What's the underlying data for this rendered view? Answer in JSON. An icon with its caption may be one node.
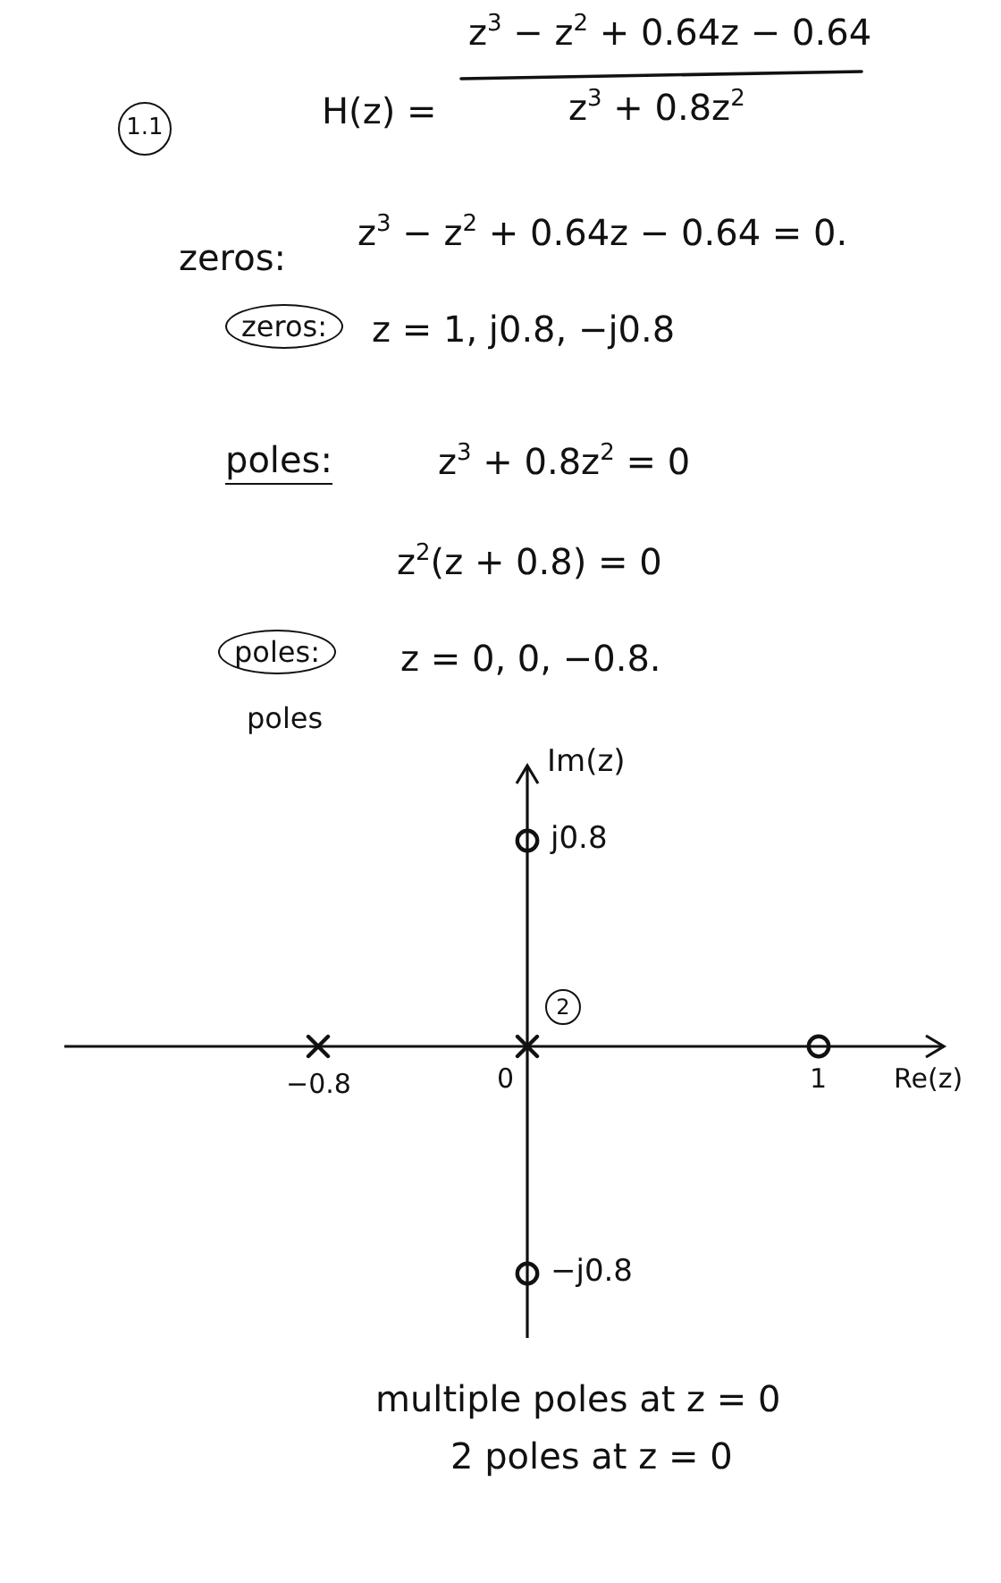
{
  "diagram": {
    "labels": [
      "1.1",
      "H(z) =",
      "z$^{3}$ − z$^{2}$ + 0.64z − 0.64",
      "z$^{3}$ + 0.8z$^{2}$",
      "zeros:",
      "z$^{3}$ − z$^{2}$ + 0.64z − 0.64 = 0.",
      "zeros:",
      "z = 1, j0.8, −j0.8",
      "poles:",
      "z$^{3}$ + 0.8z$^{2}$ = 0",
      "z$^{2}$(z + 0.8) = 0",
      "poles:",
      "z = 0, 0, −0.8.",
      "poles",
      "Im(z)",
      "j0.8",
      "2",
      "−0.8",
      "0",
      "1",
      "Re(z)",
      "−j0.8",
      "multiple poles at z = 0",
      "2 poles at z = 0"
    ]
  }
}
